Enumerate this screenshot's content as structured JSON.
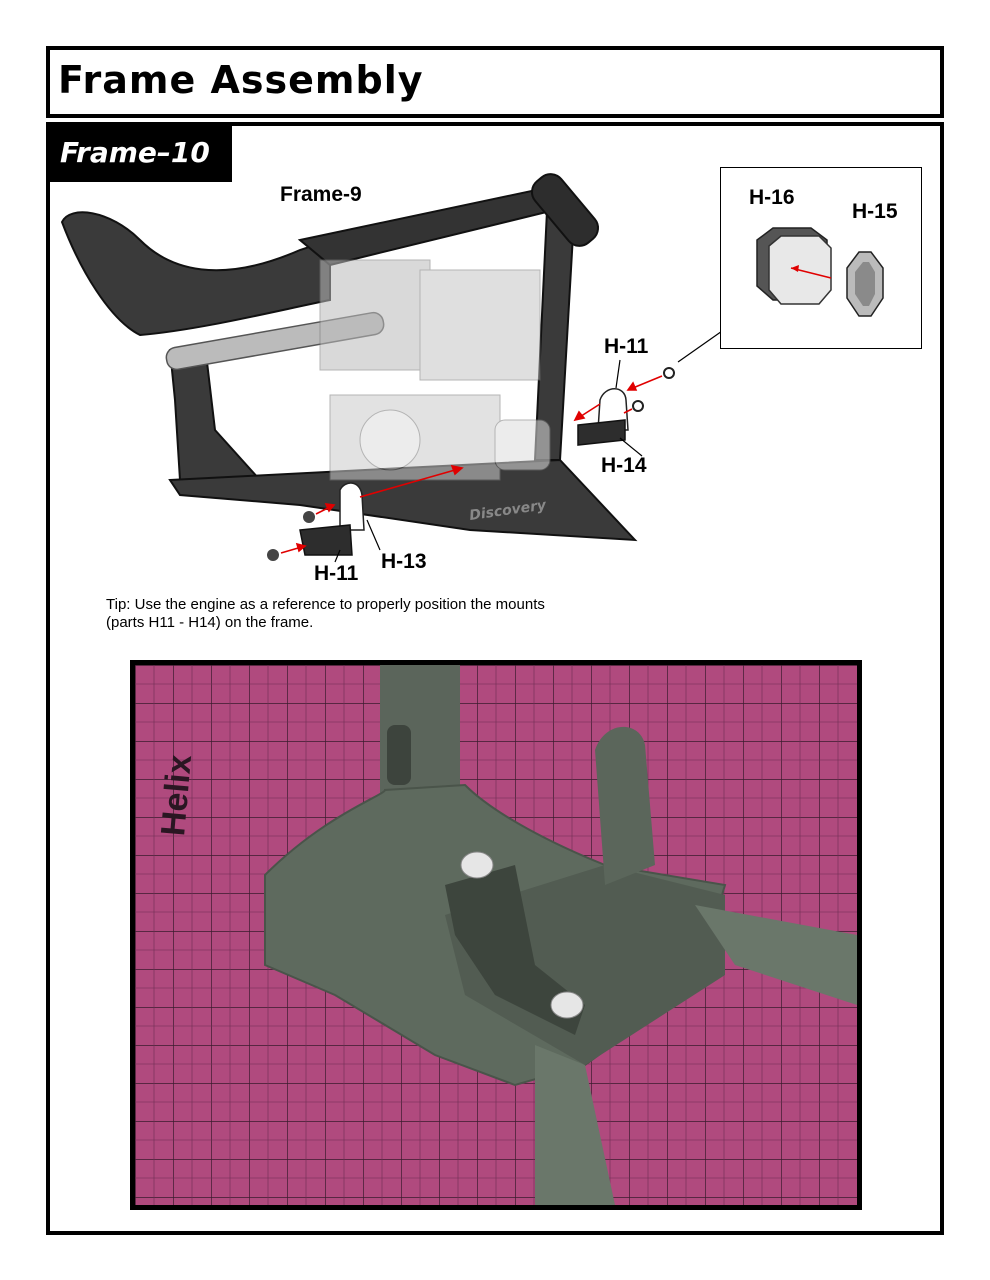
{
  "header": {
    "title": "Frame Assembly"
  },
  "section": {
    "tag": "Frame–10",
    "labels": {
      "frame9": "Frame-9",
      "h16": "H-16",
      "h15": "H-15",
      "h11_top": "H-11",
      "h14": "H-14",
      "h13": "H-13",
      "h11_bottom": "H-11"
    },
    "tip_line1": "Tip: Use the engine as a reference to properly position the mounts",
    "tip_line2": "(parts H11 - H14) on the frame.",
    "diagram_logo_text": "Discovery",
    "photo_text": "Helix"
  },
  "colors": {
    "frame": "#3a3a3a",
    "arrow": "#e00000",
    "mat": "#b04a7e",
    "part_green": "#5e6a5e"
  }
}
